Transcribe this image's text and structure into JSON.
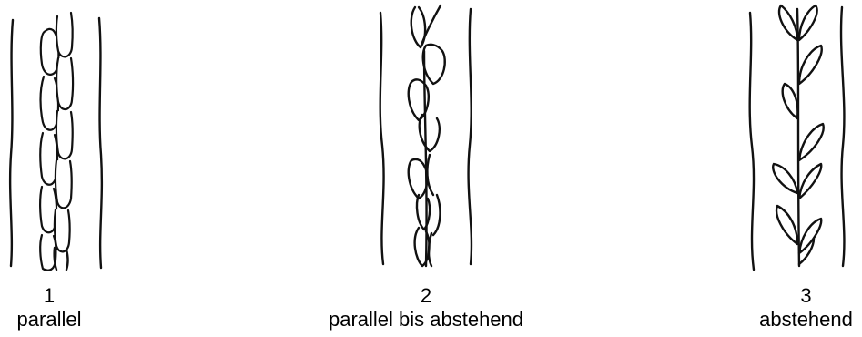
{
  "panels": [
    {
      "number": "1",
      "label": "parallel"
    },
    {
      "number": "2",
      "label": "parallel bis abstehend"
    },
    {
      "number": "3",
      "label": "abstehend"
    }
  ]
}
